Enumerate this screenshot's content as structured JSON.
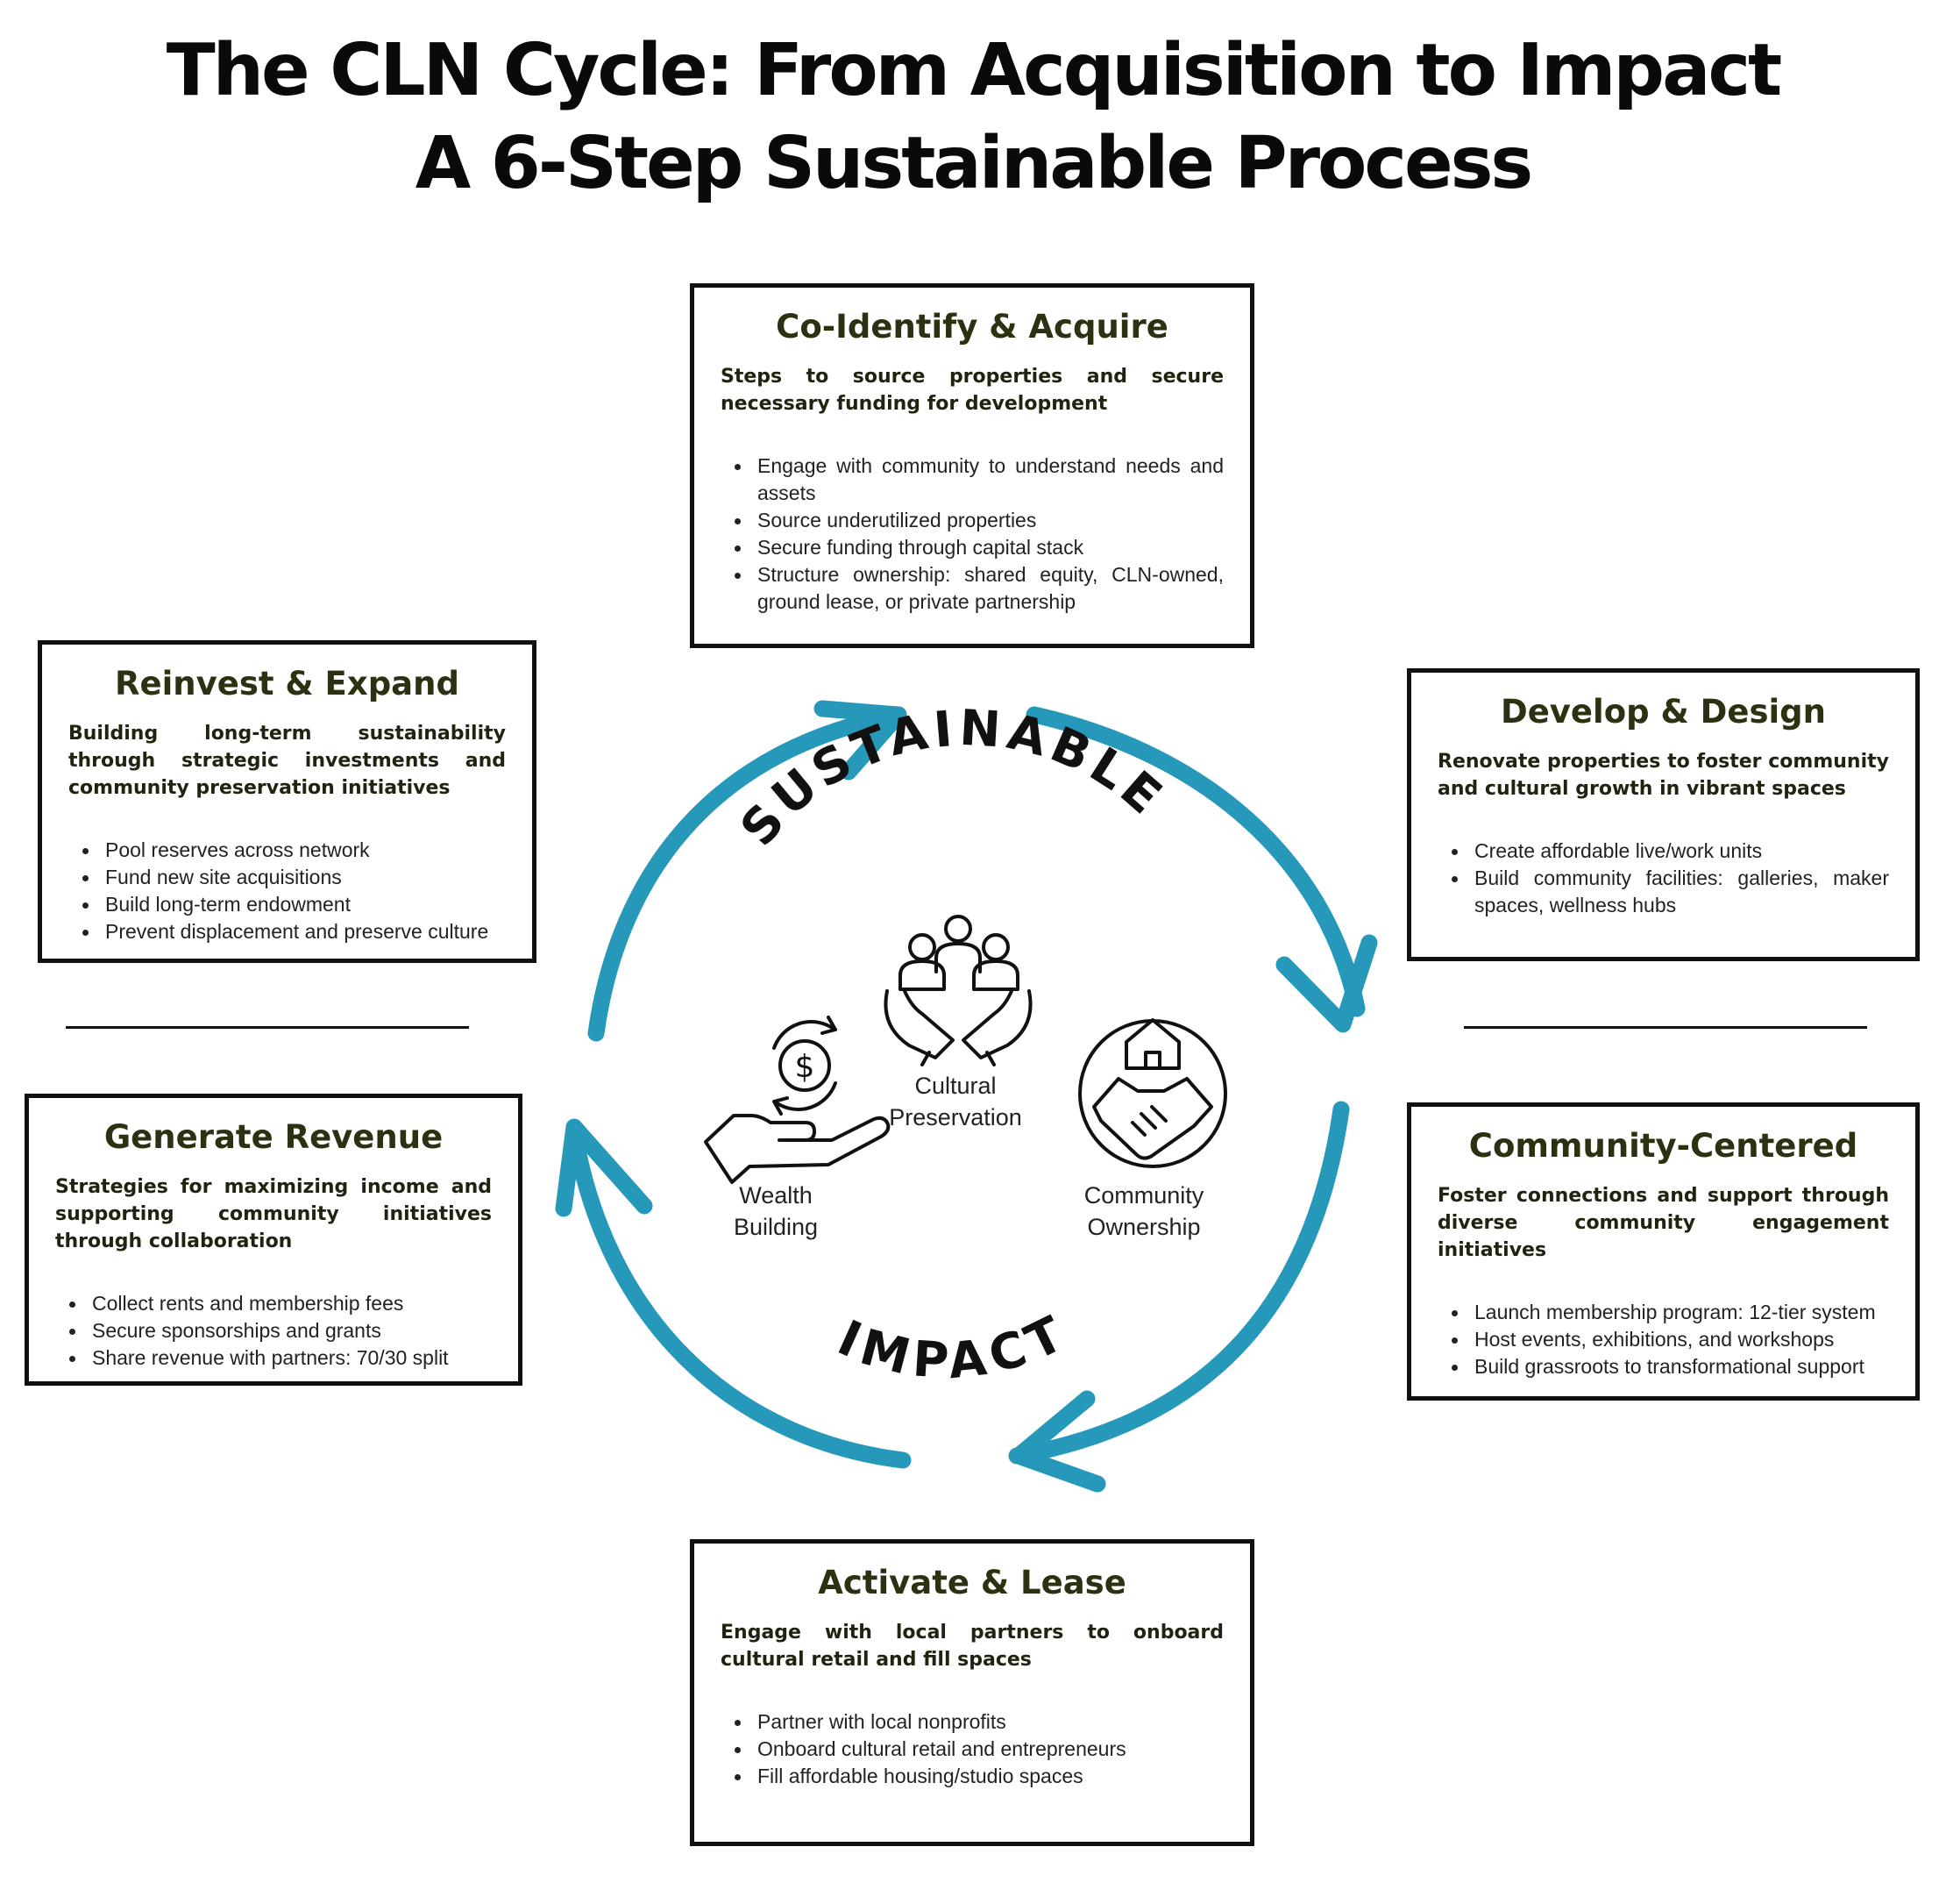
{
  "title": {
    "line1": "The CLN Cycle: From Acquisition to Impact",
    "line2": "A 6-Step Sustainable Process"
  },
  "cycle": {
    "arc_color": "#2699BA",
    "top_word": "SUSTAINABLE",
    "bottom_word": "IMPACT"
  },
  "center_icons": [
    {
      "icon": "people-in-hands-icon",
      "label_line1": "Cultural",
      "label_line2": "Preservation"
    },
    {
      "icon": "money-hand-icon",
      "label_line1": "Wealth",
      "label_line2": "Building"
    },
    {
      "icon": "house-handshake-icon",
      "label_line1": "Community",
      "label_line2": "Ownership"
    }
  ],
  "cards": {
    "acquire": {
      "title": "Co-Identify & Acquire",
      "subtitle": "Steps to source properties and secure necessary funding for development",
      "items": [
        "Engage with community to understand needs and assets",
        "Source underutilized properties",
        "Secure funding through capital stack",
        "Structure ownership: shared equity, CLN-owned, ground lease, or private partnership"
      ]
    },
    "develop": {
      "title": "Develop & Design",
      "subtitle": "Renovate properties to foster community and cultural growth in vibrant spaces",
      "items": [
        "Create affordable live/work units",
        "Build community facilities: galleries, maker spaces, wellness hubs"
      ]
    },
    "community": {
      "title": "Community-Centered",
      "subtitle": "Foster connections and support through diverse community engagement initiatives",
      "items": [
        "Launch membership program: 12-tier system",
        "Host events, exhibitions, and workshops",
        "Build grassroots to transformational support"
      ]
    },
    "activate": {
      "title": "Activate & Lease",
      "subtitle": "Engage with local partners to onboard cultural retail and fill spaces",
      "items": [
        "Partner with local nonprofits",
        "Onboard cultural retail and entrepreneurs",
        "Fill affordable housing/studio spaces"
      ]
    },
    "revenue": {
      "title": "Generate Revenue",
      "subtitle": "Strategies for maximizing income and supporting community initiatives through collaboration",
      "items": [
        "Collect rents and membership fees",
        "Secure sponsorships and grants",
        "Share revenue with partners: 70/30 split"
      ]
    },
    "reinvest": {
      "title": "Reinvest & Expand",
      "subtitle": "Building long-term sustainability through strategic investments and community preservation initiatives",
      "items": [
        "Pool reserves across network",
        "Fund new site acquisitions",
        "Build long-term endowment",
        "Prevent displacement and preserve culture"
      ]
    }
  }
}
